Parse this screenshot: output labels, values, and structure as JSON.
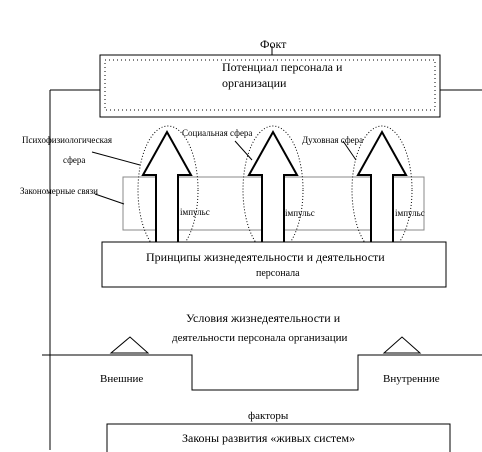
{
  "diagram": {
    "top_label": "Фокт",
    "potential_box": {
      "line1": "Потенциал персонала и",
      "line2": "организации"
    },
    "sphere_labels": {
      "psycho_line1": "Психофизиологическая",
      "psycho_line2": "сфера",
      "social": "Социальная сфера",
      "spiritual": "Духовная сфера"
    },
    "regularities_label": "Закономерные связи",
    "arrow_labels": [
      "імпульс",
      "імпульс",
      "імпульс"
    ],
    "principles_box": {
      "line1": "Принципы жизнедеятельности и деятельности",
      "line2": "персонала"
    },
    "conditions": {
      "line1": "Условия  жизнедеятельности и",
      "line2": "деятельности      персонала  организации"
    },
    "external_label": "Внешние",
    "internal_label": "Внутренние",
    "factors_label": "факторы",
    "laws_box": "Законы развития «живых систем»"
  }
}
